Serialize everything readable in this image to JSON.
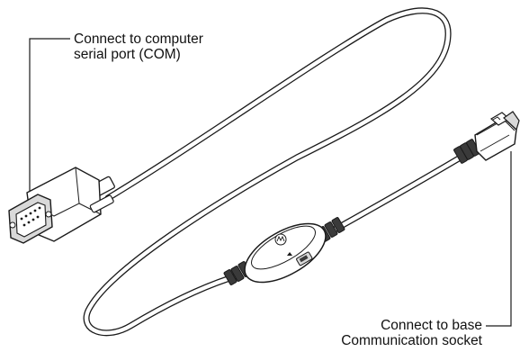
{
  "callouts": {
    "computer": {
      "line1": "Connect to computer",
      "line2": "serial port (COM)"
    },
    "base": {
      "line1": "Connect to base",
      "line2": "Communication socket"
    }
  },
  "colors": {
    "stroke": "#1a1a1a",
    "fill": "#ffffff",
    "shade": "#d9d9d9",
    "dark": "#3a3a3a"
  },
  "icons": {
    "db9": "serial-db9-connector-icon",
    "base_plug": "base-plug-connector-icon",
    "module": "cable-interface-module-icon"
  }
}
